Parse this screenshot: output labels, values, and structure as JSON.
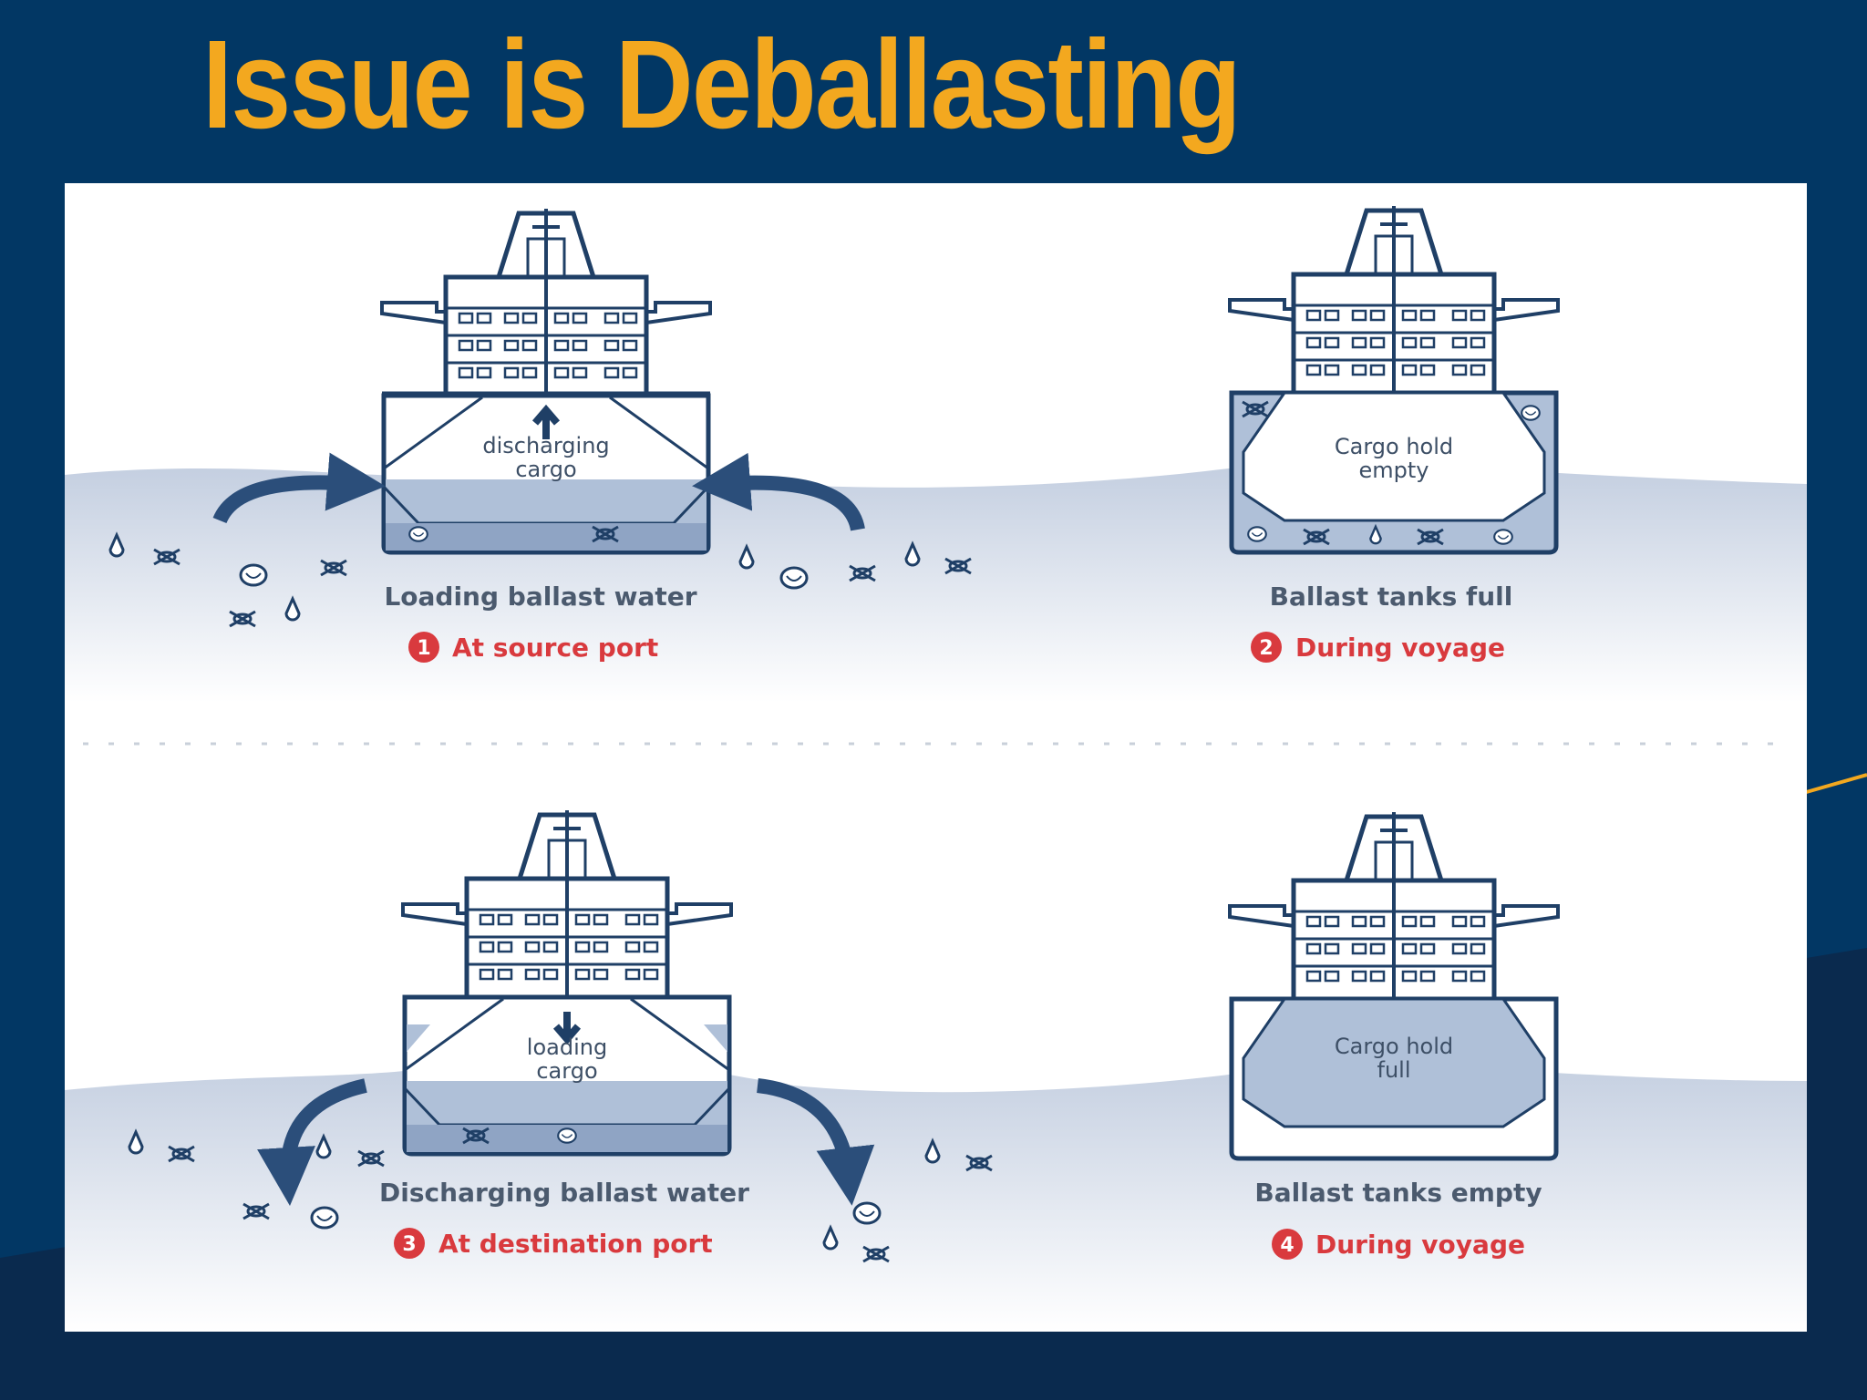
{
  "slide": {
    "title": "Issue is Deballasting",
    "colors": {
      "background": "#023764",
      "title": "#F3A81F",
      "accent_line": "#F3A81F",
      "ship_line": "#1F3F66",
      "water": "#C9D3E4",
      "step_red": "#D93A3E"
    }
  },
  "diagram": {
    "stages": [
      {
        "number": "1",
        "caption": "Loading ballast water",
        "step": "At source port",
        "hold_text": [
          "discharging",
          "cargo"
        ]
      },
      {
        "number": "2",
        "caption": "Ballast tanks full",
        "step": "During voyage",
        "hold_text": [
          "Cargo hold",
          "empty"
        ]
      },
      {
        "number": "3",
        "caption": "Discharging ballast water",
        "step": "At destination port",
        "hold_text": [
          "loading",
          "cargo"
        ]
      },
      {
        "number": "4",
        "caption": "Ballast tanks empty",
        "step": "During voyage",
        "hold_text": [
          "Cargo hold",
          "full"
        ]
      }
    ]
  }
}
